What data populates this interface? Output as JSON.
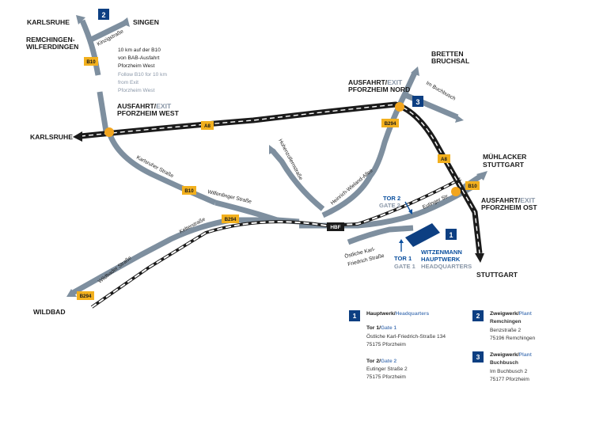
{
  "places": {
    "karlsruhe_top": "KARLSRUHE",
    "singen": "SINGEN",
    "remchingen_1": "REMCHINGEN-",
    "remchingen_2": "WILFERDINGEN",
    "bretten": "BRETTEN",
    "bruchsal": "BRUCHSAL",
    "karlsruhe_left": "KARLSRUHE",
    "muehlacker": "MÜHLACKER",
    "stuttgart_right": "STUTTGART",
    "stuttgart_bottom": "STUTTGART",
    "wildbad": "WILDBAD"
  },
  "exits": {
    "west_prefix": "AUSFAHRT/",
    "west_exit": "EXIT",
    "west_name": "PFORZHEIM WEST",
    "nord_prefix": "AUSFAHRT/",
    "nord_exit": "EXIT",
    "nord_name": "PFORZHEIM NORD",
    "ost_prefix": "AUSFAHRT/",
    "ost_exit": "EXIT",
    "ost_name": "PFORZHEIM OST"
  },
  "note": {
    "de_1": "10 km auf der B10",
    "de_2": "von BAB-Ausfahrt",
    "de_3": "Pforzheim West",
    "en_1": "Follow B10 for 10 km",
    "en_2": "from Exit",
    "en_3": "Pforzheim West"
  },
  "streets": {
    "kinzig": "Kinzigstraße",
    "buchbusch": "Im Buchbusch",
    "karlsruher": "Karlsruher Straße",
    "hohenzollern": "Hohenzollernstraße",
    "wilferdinger": "Wilferdinger Straße",
    "heinrich": "Heinrich-Wieland-Allee",
    "eutinger": "Eutinger Str.",
    "kelter": "Kelterstraße",
    "wildbader": "Wildbader Straße",
    "oestliche_1": "Östliche Karl-",
    "oestliche_2": "Friedrich Straße"
  },
  "badges": {
    "b10": "B10",
    "a8": "A8",
    "b294": "B294",
    "hbf": "HBF"
  },
  "markers": {
    "one": "1",
    "two": "2",
    "three": "3"
  },
  "gates": {
    "tor2": "TOR 2",
    "gate2": "GATE 2",
    "tor1": "TOR 1",
    "gate1": "GATE 1"
  },
  "hq": {
    "line1": "WITZENMANN",
    "line2": "HAUPTWERK",
    "line3": "HEADQUARTERS"
  },
  "legend": {
    "l1": {
      "num": "1",
      "title": "Hauptwerk/",
      "title_en": "Headquarters",
      "t1_label": "Tor 1/",
      "t1_en": "Gate 1",
      "t1_addr1": "Östliche Karl-Friedrich-Straße 134",
      "t1_addr2": "75175 Pforzheim",
      "t2_label": "Tor 2/",
      "t2_en": "Gate 2",
      "t2_addr1": "Eutinger Straße 2",
      "t2_addr2": "75175 Pforzheim"
    },
    "l2": {
      "num": "2",
      "title": "Zweigwerk/",
      "title_en": "Plant",
      "sub": "Remchingen",
      "addr1": "Benzstraße 2",
      "addr2": "75196 Remchingen"
    },
    "l3": {
      "num": "3",
      "title": "Zweigwerk/",
      "title_en": "Plant",
      "sub": "Buchbusch",
      "addr1": "Im Buchbusch 2",
      "addr2": "75177 Pforzheim"
    }
  },
  "colors": {
    "road": "#7e8f9f",
    "motorway": "#1b1b1b",
    "badge": "#f2b01e",
    "marker": "#0d3f82",
    "accent_blue": "#0a4f9e",
    "grey_text": "#8a97a8"
  }
}
